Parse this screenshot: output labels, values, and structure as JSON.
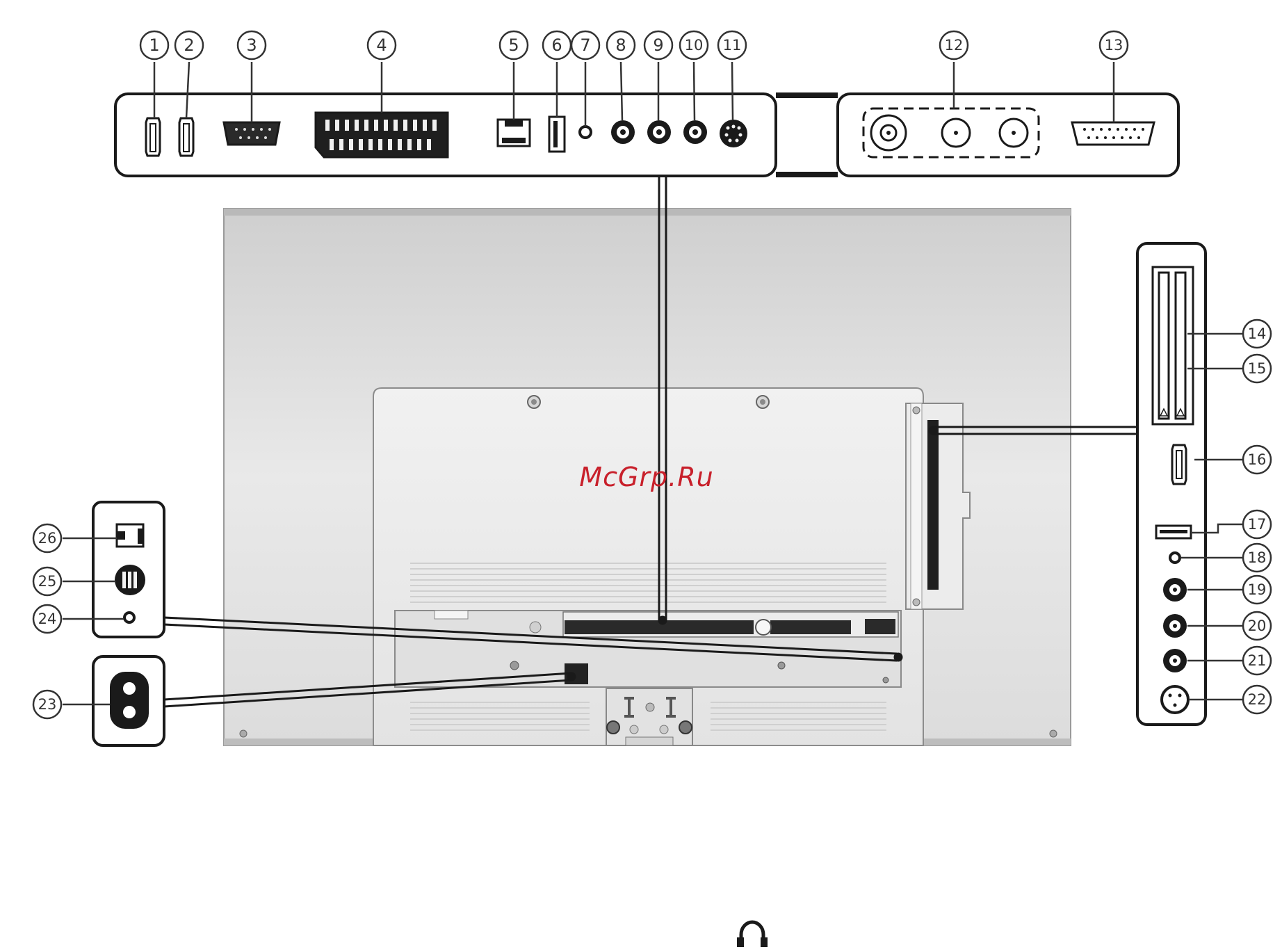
{
  "callouts": {
    "c1": "1",
    "c2": "2",
    "c3": "3",
    "c4": "4",
    "c5": "5",
    "c6": "6",
    "c7": "7",
    "c8": "8",
    "c9": "9",
    "c10": "10",
    "c11": "11",
    "c12": "12",
    "c13": "13",
    "c14": "14",
    "c15": "15",
    "c16": "16",
    "c17": "17",
    "c18": "18",
    "c19": "19",
    "c20": "20",
    "c21": "21",
    "c22": "22",
    "c23": "23",
    "c24": "24",
    "c25": "25",
    "c26": "26"
  },
  "watermark": "McGrp.Ru",
  "icons": {
    "footer": "headphones-icon"
  },
  "colors": {
    "line": "#1a1a1a",
    "tv_body": "#e6e6e6",
    "watermark": "#c8202b"
  }
}
